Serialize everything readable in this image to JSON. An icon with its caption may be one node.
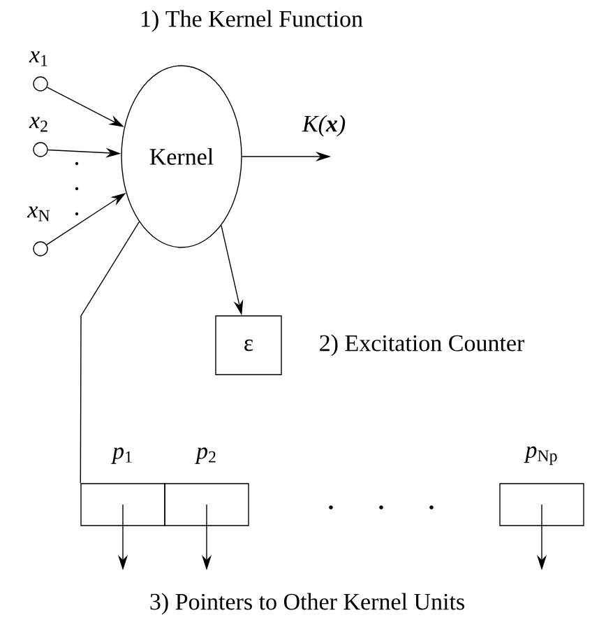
{
  "diagram": {
    "title": "1) The Kernel Function",
    "nodes": [
      {
        "text": [
          "Kernel"
        ]
      },
      {
        "text": [],
        "shape": "circle",
        "beside": [
          "*x*$_{1}$"
        ]
      },
      {
        "text": [],
        "shape": "circle",
        "beside": [
          "*x*$_{2}$"
        ]
      },
      {
        "text": [],
        "shape": "circle",
        "beside": [
          "*x*$_{N}$"
        ]
      },
      {
        "text": [
          "ε"
        ],
        "beside": [
          "2) Excitation Counter"
        ]
      },
      {
        "text": [],
        "shape": "box",
        "beside": [
          "*p*$_{1}$"
        ]
      },
      {
        "text": [],
        "shape": "box",
        "beside": [
          "*p*$_{2}$"
        ]
      },
      {
        "text": [],
        "shape": "box",
        "beside": [
          "*p*$_{Np}$"
        ]
      }
    ],
    "edges": [
      {
        "from": 1,
        "to": 0,
        "arrow": "to"
      },
      {
        "from": 2,
        "to": 0,
        "arrow": "to"
      },
      {
        "from": 3,
        "to": 0,
        "arrow": "to"
      },
      {
        "from": 0,
        "to": null,
        "arrow": "to",
        "label": "K(**x**)"
      },
      {
        "from": 0,
        "to": 4,
        "arrow": "to"
      },
      {
        "from": 0,
        "to": 5,
        "arrow": "none"
      },
      {
        "from": 5,
        "to": null,
        "arrow": "to"
      },
      {
        "from": 6,
        "to": null,
        "arrow": "to"
      },
      {
        "from": 7,
        "to": null,
        "arrow": "to"
      }
    ],
    "labels": [
      "3) Pointers to Other Kernel Units"
    ]
  }
}
